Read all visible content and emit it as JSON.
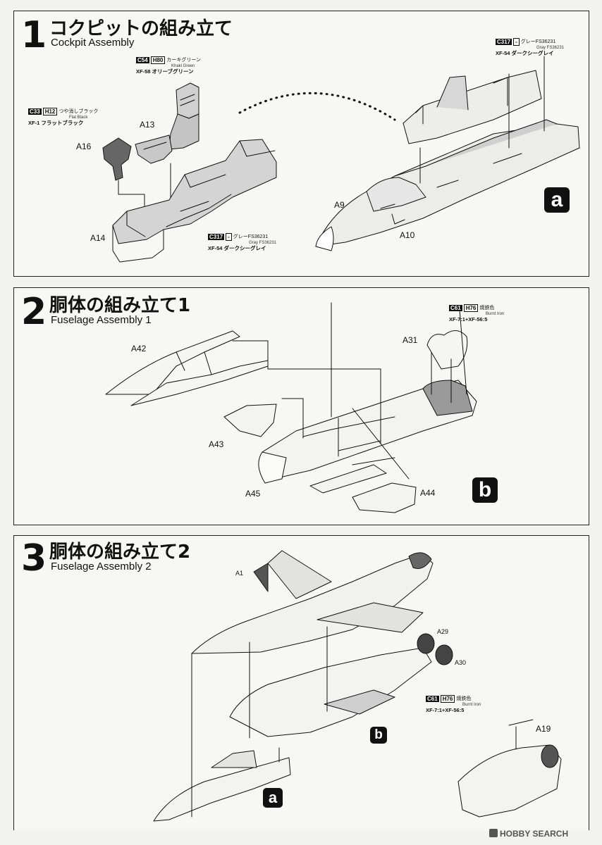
{
  "steps": [
    {
      "number": "1",
      "title_jp": "コクピットの組み立て",
      "title_en": "Cockpit Assembly",
      "badge": "a",
      "parts": [
        "A16",
        "A13",
        "A14",
        "A9",
        "A10"
      ],
      "paints": [
        {
          "mr": "C33",
          "h": "H12",
          "jp": "つや消しブラック",
          "en": "Flat Black",
          "mix": "XF-1 フラットブラック"
        },
        {
          "mr": "C54",
          "h": "H80",
          "jp": "カーキグリーン",
          "en": "Khaki Green",
          "mix": "XF-58 オリーブグリーン"
        },
        {
          "mr": "C317",
          "h": "-",
          "jp": "グレーFS36231",
          "en": "Gray FS36231",
          "mix": "XF-54 ダークシーグレイ"
        },
        {
          "mr": "C317",
          "h": "-",
          "jp": "グレーFS36231",
          "en": "Gray FS36231",
          "mix": "XF-54 ダークシーグレイ"
        }
      ]
    },
    {
      "number": "2",
      "title_jp": "胴体の組み立て1",
      "title_en": "Fuselage Assembly 1",
      "badge": "b",
      "parts": [
        "A42",
        "A31",
        "A43",
        "A45",
        "A44"
      ],
      "paints": [
        {
          "mr": "C61",
          "h": "H76",
          "jp": "焼鉄色",
          "en": "Burnt Iron",
          "mix": "XF-7:1+XF-56:5"
        }
      ]
    },
    {
      "number": "3",
      "title_jp": "胴体の組み立て2",
      "title_en": "Fuselage Assembly 2",
      "refs": [
        "b",
        "a"
      ],
      "parts": [
        "A1",
        "A29",
        "A30",
        "A19"
      ],
      "paints": [
        {
          "mr": "C61",
          "h": "H76",
          "jp": "焼鉄色",
          "en": "Burnt Iron",
          "mix": "XF-7:1+XF-56:5"
        }
      ]
    }
  ],
  "footer": {
    "watermark": "HOBBY SEARCH"
  },
  "colors": {
    "line": "#111111",
    "gray_fill": "#d0d0d0",
    "dark_fill": "#555555",
    "paper": "#f7f7f5"
  }
}
